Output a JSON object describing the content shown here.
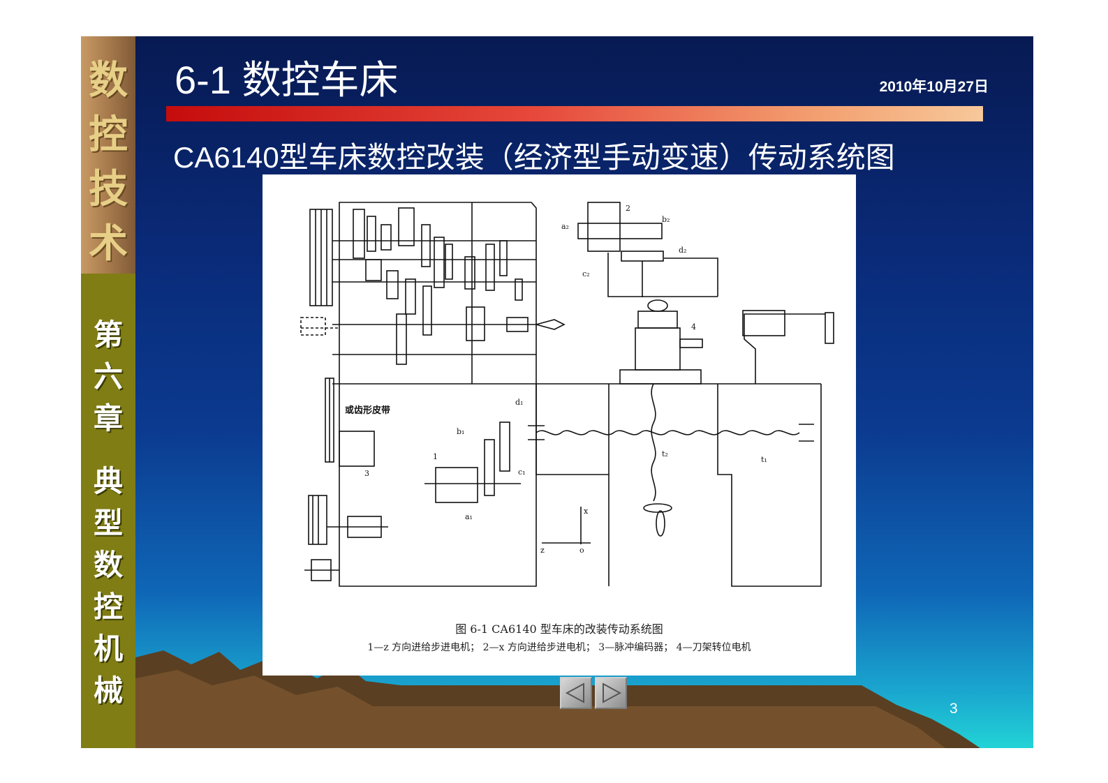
{
  "sidebar": {
    "top_chars": [
      "数",
      "控",
      "技",
      "术"
    ],
    "chapter_chars": [
      "第",
      "六",
      "章",
      "典",
      "型",
      "数",
      "控",
      "机",
      "械"
    ]
  },
  "header": {
    "title": "6-1 数控车床",
    "date": "2010年10月27日"
  },
  "subtitle": "CA6140型车床数控改装（经济型手动变速）传动系统图",
  "figure": {
    "caption": "图 6-1   CA6140 型车床的改装传动系统图",
    "legend": "1—z 方向进给步进电机；  2—x 方向进给步进电机；  3—脉冲编码器；  4—刀架转位电机",
    "labels": {
      "belt": "或齿形皮带",
      "motor1": "1",
      "motor2": "2",
      "encoder": "3",
      "turret_motor": "4",
      "a1": "a₁",
      "b1": "b₁",
      "c1": "c₁",
      "d1": "d₁",
      "a2": "a₂",
      "b2": "b₂",
      "c2": "c₂",
      "d2": "d₂",
      "t1": "t₁",
      "t2": "t₂",
      "axis_x": "x",
      "axis_z": "z",
      "origin": "o"
    }
  },
  "navigation": {
    "prev_icon": "left-triangle-icon",
    "next_icon": "right-triangle-icon"
  },
  "page_number": "3",
  "colors": {
    "sidebar_top": "#a77a4d",
    "sidebar_bottom": "#7f7d14",
    "title_bar": "#c50c0c"
  }
}
